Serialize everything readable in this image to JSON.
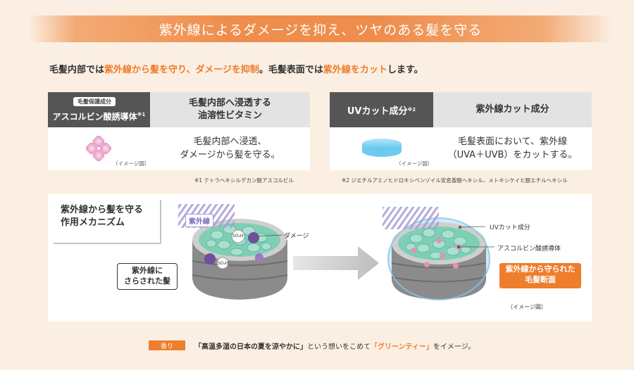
{
  "banner": {
    "title": "紫外線によるダメージを抑え、ツヤのある髪を守る"
  },
  "intro": {
    "part1": "毛髪内部では",
    "hl1": "紫外線から髪を守り、ダメージを抑制",
    "part2": "。毛髪表面では",
    "hl2": "紫外線をカット",
    "part3": "します。"
  },
  "table_left": {
    "badge": "毛髪保護成分",
    "name": "アスコルビン酸誘導体",
    "name_note": "※1",
    "header_right_line1": "毛髪内部へ浸透する",
    "header_right_line2": "油溶性ビタミン",
    "body_line1": "毛髪内部へ浸透、",
    "body_line2": "ダメージから髪を守る。",
    "image_caption": "（イメージ図）",
    "footnote": "※1 テトラヘキシルデカン酸アスコルビル"
  },
  "table_right": {
    "name": "UVカット成分",
    "name_note": "※2",
    "header_right": "紫外線カット成分",
    "body_line1": "毛髪表面において、紫外線",
    "body_line2": "（UVA＋UVB）をカットする。",
    "image_caption": "（イメージ図）",
    "footnote": "※2 ジエチルアミノヒドロキシベンゾイル安息香酸ヘキシル、メトキシケイヒ酸エチルヘキシル"
  },
  "mechanism": {
    "title_line1": "紫外線から髪を守る",
    "title_line2": "作用メカニズム",
    "uv_tag": "紫外線",
    "damage_label": "ダメージ",
    "exposed_line1": "紫外線に",
    "exposed_line2": "さらされた髪",
    "uvcut_label": "UVカット成分",
    "ascorbic_label": "アスコルビン酸誘導体",
    "protected_line1": "紫外線から守られた",
    "protected_line2": "毛髪断面",
    "image_caption": "（イメージ図）",
    "radical_label": "SO₄H"
  },
  "footer": {
    "tag": "香り",
    "quote": "「高温多湿の日本の夏を涼やかに」",
    "mid": "という想いをこめて",
    "hl": "「グリーンティー」",
    "end": "をイメージ。"
  },
  "colors": {
    "accent": "#ee7d2c",
    "background": "#fbefe3",
    "dark_header": "#555555",
    "light_header": "#e3e3e3"
  }
}
